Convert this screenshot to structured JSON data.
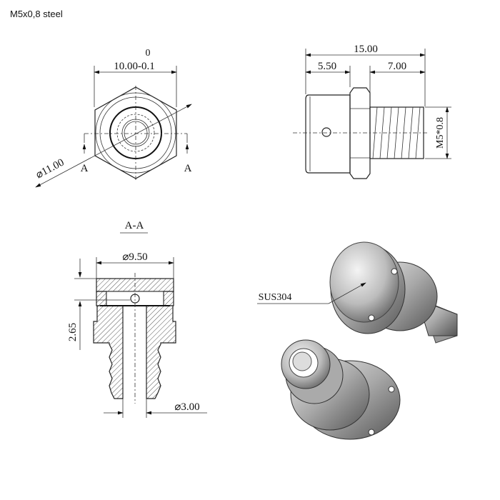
{
  "title": "M5x0,8 steel",
  "front_view": {
    "width_dim": "10.00-0.1",
    "tolerance_upper": "0",
    "diameter_dim": "⌀11.00",
    "section_label_left": "A",
    "section_label_right": "A"
  },
  "side_view": {
    "overall_length": "15.00",
    "cap_length": "5.50",
    "thread_length": "7.00",
    "thread_spec": "M5*0.8"
  },
  "section_view": {
    "title": "A-A",
    "outer_diameter": "⌀9.50",
    "height_dim": "2.65",
    "bore_diameter": "⌀3.00"
  },
  "render_view": {
    "material_label": "SUS304"
  }
}
